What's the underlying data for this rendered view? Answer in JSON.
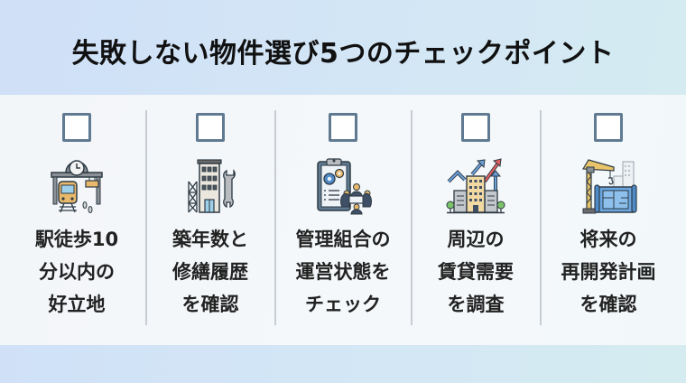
{
  "title": "失敗しない物件選び5つのチェックポイント",
  "colors": {
    "checkbox_border": "#5f7a91",
    "background_gradient_start": "#cfe0f7",
    "background_gradient_end": "#d4ecf0",
    "panel": "#f4f7fa",
    "text": "#222222"
  },
  "checkpoints": [
    {
      "icon": "train-station-icon",
      "checked": false,
      "lines": [
        "駅徒歩10",
        "分以内の",
        "好立地"
      ]
    },
    {
      "icon": "building-repair-icon",
      "checked": false,
      "lines": [
        "築年数と",
        "修繕履歴",
        "を確認"
      ]
    },
    {
      "icon": "management-meeting-icon",
      "checked": false,
      "lines": [
        "管理組合の",
        "運営状態を",
        "チェック"
      ]
    },
    {
      "icon": "rental-demand-growth-icon",
      "checked": false,
      "lines": [
        "周辺の",
        "賃貸需要",
        "を調査"
      ]
    },
    {
      "icon": "redevelopment-plan-icon",
      "checked": false,
      "lines": [
        "将来の",
        "再開発計画",
        "を確認"
      ]
    }
  ]
}
